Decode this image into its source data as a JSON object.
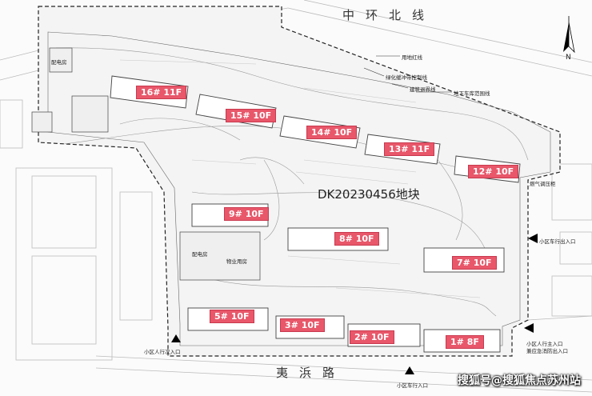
{
  "roads": {
    "north": "中环北线",
    "south": "夷浜路"
  },
  "plot": {
    "name": "DK20230456地块"
  },
  "buildings": [
    {
      "label": "16# 11F"
    },
    {
      "label": "15# 10F"
    },
    {
      "label": "14# 10F"
    },
    {
      "label": "13# 11F"
    },
    {
      "label": "12# 10F"
    },
    {
      "label": "9# 10F"
    },
    {
      "label": "8# 10F"
    },
    {
      "label": "7# 10F"
    },
    {
      "label": "5# 10F"
    },
    {
      "label": "3# 10F"
    },
    {
      "label": "2# 10F"
    },
    {
      "label": "1# 8F"
    }
  ],
  "legend": {
    "land_line": "用地红线",
    "green_buffer": "绿化缓冲带控制线",
    "building_setback": "建筑退界线",
    "basement_range": "地下车库范围线"
  },
  "annotations": {
    "gas_station": "燃气调压柜",
    "vehicle_entrance": "小区车行出入口",
    "pedestrian_entrance_main": "小区人行主入口",
    "fire_access": "兼应急消防出入口",
    "pedestrian_entrance_secondary": "小区人行次入口",
    "vehicle_entrance_south": "小区车行入口",
    "substation_north": "配电房",
    "substation_mid": "配电房",
    "property_room": "物业用房"
  },
  "compass": {
    "north_label": "N"
  },
  "watermark": "搜狐号@搜狐焦点苏州站"
}
